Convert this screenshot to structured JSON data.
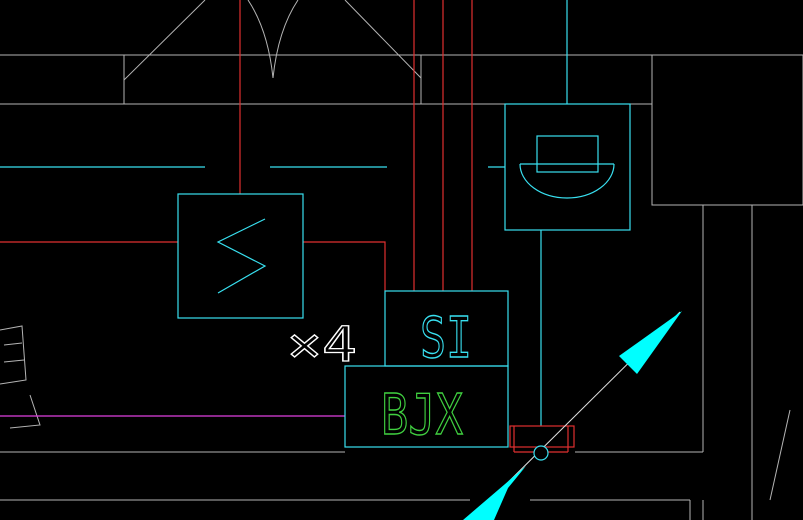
{
  "colors": {
    "background": "#000000",
    "grey": "#b4b4b4",
    "red": "#e03030",
    "cyan": "#38e0f0",
    "green": "#40d040",
    "white": "#ffffff",
    "magenta": "#e040e0",
    "arrow_fill": "#00ffff"
  },
  "labels": {
    "quantity": "×4",
    "si": "SI",
    "bjx": "BJX"
  }
}
